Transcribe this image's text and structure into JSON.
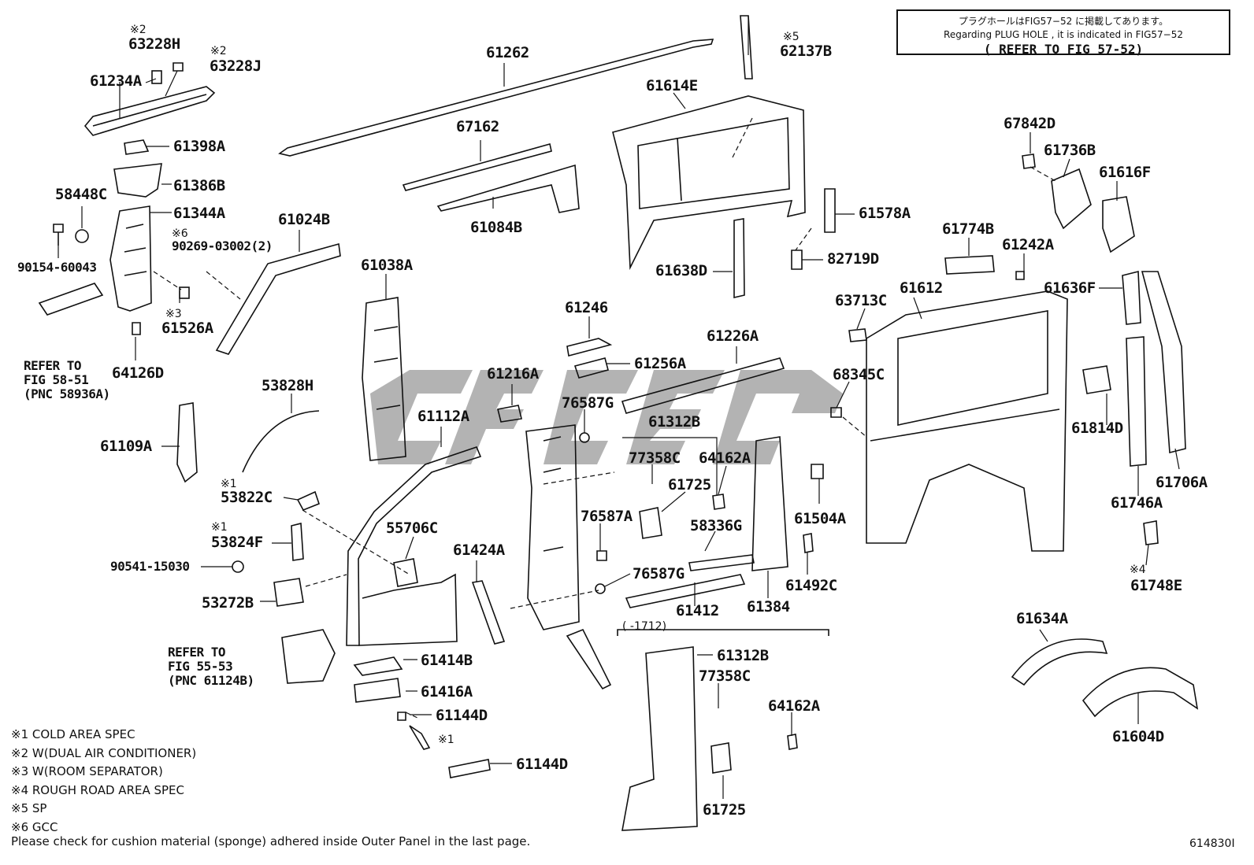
{
  "diagram": {
    "note": {
      "line1": "プラグホールはFIG57−52 に掲載してあります。",
      "line2": "Regarding PLUG HOLE , it is indicated in FIG57−52",
      "line3": "( REFER TO FIG 57-52)"
    },
    "marks": {
      "m1": "※1",
      "m2": "※2",
      "m3": "※3",
      "m4": "※4",
      "m5": "※5",
      "m6": "※6"
    },
    "labels": {
      "p63228H": "63228H",
      "p63228J": "63228J",
      "p61234A": "61234A",
      "p61262": "61262",
      "p62137B": "62137B",
      "p61614E": "61614E",
      "p67162": "67162",
      "p61084B": "61084B",
      "p61398A": "61398A",
      "p61386B": "61386B",
      "p58448C": "58448C",
      "p61344A": "61344A",
      "p61024B": "61024B",
      "p90269": "90269-03002(2)",
      "p90154": "90154-60043",
      "p61526A": "61526A",
      "p64126D": "64126D",
      "p61038A": "61038A",
      "p61578A": "61578A",
      "p61638D": "61638D",
      "p82719D": "82719D",
      "p67842D": "67842D",
      "p61736B": "61736B",
      "p61616F": "61616F",
      "p61774B": "61774B",
      "p61242A": "61242A",
      "p63713C": "63713C",
      "p61612": "61612",
      "p61636F": "61636F",
      "p61246": "61246",
      "p61226A": "61226A",
      "p61256A": "61256A",
      "p61216A": "61216A",
      "p68345C": "68345C",
      "p53828H": "53828H",
      "p76587G_1": "76587G",
      "p61112A": "61112A",
      "p61312B_1": "61312B",
      "p61109A": "61109A",
      "p77358C_1": "77358C",
      "p64162A_1": "64162A",
      "p61725_1": "61725",
      "p61814D": "61814D",
      "p53822C": "53822C",
      "p76587A": "76587A",
      "p58336G": "58336G",
      "p61504A": "61504A",
      "p61706A": "61706A",
      "p55706C": "55706C",
      "p53824F": "53824F",
      "p61746A": "61746A",
      "p61424A": "61424A",
      "p90541": "90541-15030",
      "p76587G_2": "76587G",
      "p61492C": "61492C",
      "p53272B": "53272B",
      "p61412": "61412",
      "p61384": "61384",
      "p61748E": "61748E",
      "p61634A": "61634A",
      "p61414B": "61414B",
      "p61312B_2": "61312B",
      "p77358C_2": "77358C",
      "p61416A": "61416A",
      "p64162A_2": "64162A",
      "p61144D_1": "61144D",
      "p61604D": "61604D",
      "p61144D_2": "61144D",
      "p61725_2": "61725"
    },
    "refs": {
      "fig5851_l1": "REFER TO",
      "fig5851_l2": "FIG 58-51",
      "fig5851_l3": "(PNC 58936A)",
      "fig5553_l1": "REFER TO",
      "fig5553_l2": "FIG 55-53",
      "fig5553_l3": "(PNC 61124B)"
    },
    "bracket_text": "(      -1712)",
    "legend": [
      "※1 COLD AREA SPEC",
      "※2 W(DUAL AIR CONDITIONER)",
      "※3 W(ROOM SEPARATOR)",
      "※4 ROUGH ROAD AREA SPEC",
      "※5 SP",
      "※6 GCC"
    ],
    "footnote": "Please check for cushion material (sponge) adhered inside Outer Panel in the last page.",
    "figure_id": "614830I"
  }
}
